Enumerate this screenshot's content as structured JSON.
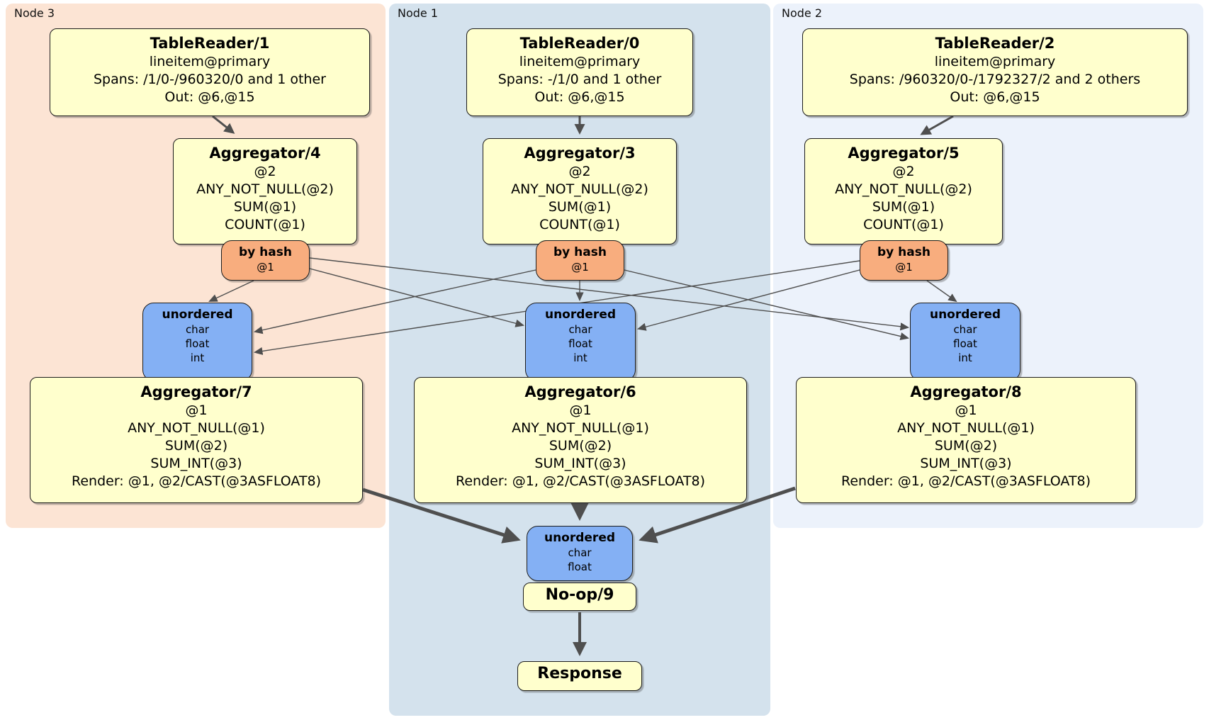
{
  "regions": {
    "node3": {
      "label": "Node 3"
    },
    "node1": {
      "label": "Node 1"
    },
    "node2": {
      "label": "Node 2"
    }
  },
  "colors": {
    "node3_bg": "#fce4d4",
    "node1_bg": "#d4e2ed",
    "node2_bg": "#ecf2fb",
    "processor_bg": "#ffffcd",
    "router_bg": "#f8ad7e",
    "sync_bg": "#84b0f4",
    "edge": "#4f4f4f"
  },
  "processors": {
    "tablereader1": {
      "title": "TableReader/1",
      "lines": [
        "lineitem@primary",
        "Spans: /1/0-/960320/0 and 1 other",
        "Out: @6,@15"
      ]
    },
    "tablereader0": {
      "title": "TableReader/0",
      "lines": [
        "lineitem@primary",
        "Spans: -/1/0 and 1 other",
        "Out: @6,@15"
      ]
    },
    "tablereader2": {
      "title": "TableReader/2",
      "lines": [
        "lineitem@primary",
        "Spans: /960320/0-/1792327/2 and 2 others",
        "Out: @6,@15"
      ]
    },
    "aggregator4": {
      "title": "Aggregator/4",
      "lines": [
        "@2",
        "ANY_NOT_NULL(@2)",
        "SUM(@1)",
        "COUNT(@1)"
      ]
    },
    "aggregator3": {
      "title": "Aggregator/3",
      "lines": [
        "@2",
        "ANY_NOT_NULL(@2)",
        "SUM(@1)",
        "COUNT(@1)"
      ]
    },
    "aggregator5": {
      "title": "Aggregator/5",
      "lines": [
        "@2",
        "ANY_NOT_NULL(@2)",
        "SUM(@1)",
        "COUNT(@1)"
      ]
    },
    "aggregator7": {
      "title": "Aggregator/7",
      "lines": [
        "@1",
        "ANY_NOT_NULL(@1)",
        "SUM(@2)",
        "SUM_INT(@3)",
        "Render: @1, @2/CAST(@3ASFLOAT8)"
      ]
    },
    "aggregator6": {
      "title": "Aggregator/6",
      "lines": [
        "@1",
        "ANY_NOT_NULL(@1)",
        "SUM(@2)",
        "SUM_INT(@3)",
        "Render: @1, @2/CAST(@3ASFLOAT8)"
      ]
    },
    "aggregator8": {
      "title": "Aggregator/8",
      "lines": [
        "@1",
        "ANY_NOT_NULL(@1)",
        "SUM(@2)",
        "SUM_INT(@3)",
        "Render: @1, @2/CAST(@3ASFLOAT8)"
      ]
    },
    "noop": {
      "title": "No-op/9"
    },
    "response": {
      "title": "Response"
    }
  },
  "routers": {
    "byhash3": {
      "title": "by hash",
      "lines": [
        "@1"
      ]
    },
    "byhash1": {
      "title": "by hash",
      "lines": [
        "@1"
      ]
    },
    "byhash2": {
      "title": "by hash",
      "lines": [
        "@1"
      ]
    }
  },
  "syncs": {
    "unordered3": {
      "title": "unordered",
      "lines": [
        "char",
        "float",
        "int"
      ]
    },
    "unordered1": {
      "title": "unordered",
      "lines": [
        "char",
        "float",
        "int"
      ]
    },
    "unordered2": {
      "title": "unordered",
      "lines": [
        "char",
        "float",
        "int"
      ]
    },
    "unordered_final": {
      "title": "unordered",
      "lines": [
        "char",
        "float"
      ]
    }
  }
}
